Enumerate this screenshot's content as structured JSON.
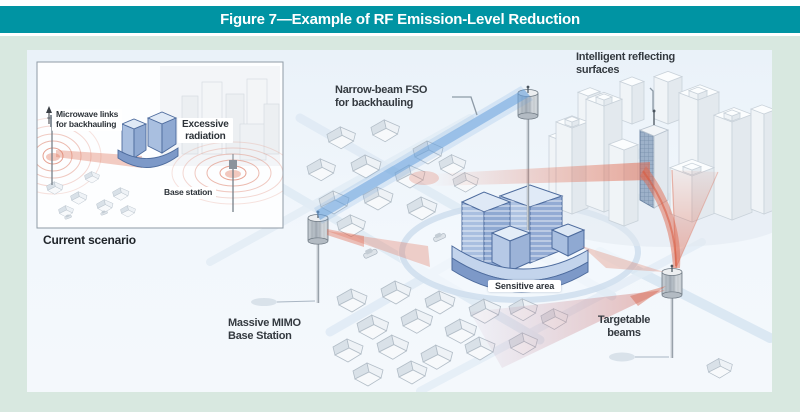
{
  "header": {
    "title": "Figure 7—Example of RF Emission-Level Reduction"
  },
  "colors": {
    "header_bg": "#0094a3",
    "panel_bg": "#d8e8e0",
    "beam_red": "#e06a50",
    "beam_blue": "#5b9bd5",
    "sensitive_building_blue": "#a9bfe0"
  },
  "inset": {
    "caption": "Current scenario",
    "labels": {
      "microwave": "Microwave links\nfor backhauling",
      "excessive": "Excessive\nradiation",
      "base_station": "Base station"
    }
  },
  "main": {
    "labels": {
      "fso": "Narrow-beam FSO\nfor backhauling",
      "irs": "Intelligent reflecting\nsurfaces",
      "sensitive": "Sensitive area",
      "mimo": "Massive MIMO\nBase Station",
      "targetable": "Targetable\nbeams"
    }
  }
}
